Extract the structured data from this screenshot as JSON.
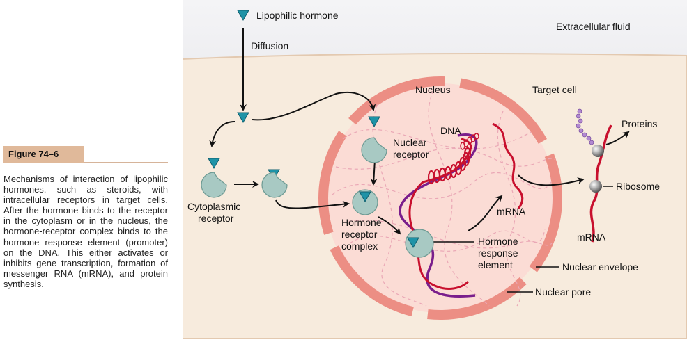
{
  "figure": {
    "label": "Figure 74–6",
    "caption": "Mechanisms of interaction of lipophilic hormones, such as steroids, with intracellular receptors in target cells. After the hormone binds to the receptor in the cytoplasm or in the nucleus, the hormone-receptor complex binds to the hormone response element (promoter) on the DNA. This either activates or inhibits gene transcription, formation of messenger RNA (mRNA), and protein synthesis."
  },
  "labels": {
    "lipophilic_hormone": "Lipophilic hormone",
    "diffusion": "Diffusion",
    "extracellular_fluid": "Extracellular fluid",
    "nucleus": "Nucleus",
    "target_cell": "Target cell",
    "dna": "DNA",
    "proteins": "Proteins",
    "nuclear_receptor_1": "Nuclear",
    "nuclear_receptor_2": "receptor",
    "cytoplasmic_receptor_1": "Cytoplasmic",
    "cytoplasmic_receptor_2": "receptor",
    "hormone_receptor_complex_1": "Hormone",
    "hormone_receptor_complex_2": "receptor",
    "hormone_receptor_complex_3": "complex",
    "mrna_nucleus": "mRNA",
    "ribosome": "Ribosome",
    "mrna_cytoplasm": "mRNA",
    "hormone_response_element_1": "Hormone",
    "hormone_response_element_2": "response",
    "hormone_response_element_3": "element",
    "nuclear_envelope": "Nuclear envelope",
    "nuclear_pore": "Nuclear pore"
  },
  "colors": {
    "extracellular": "#dcdde3",
    "cytoplasm": "#f7ebdd",
    "nucleus_fill": "#fbdcd5",
    "nuclear_envelope": "#ec8e84",
    "hormone": "#1f93a7",
    "receptor": "#a8c9c3",
    "dna_red": "#c8102e",
    "dna_purple": "#7a1e8c",
    "mrna": "#c8102e",
    "protein_chain": "#9b6fbf",
    "arrow": "#111111"
  }
}
